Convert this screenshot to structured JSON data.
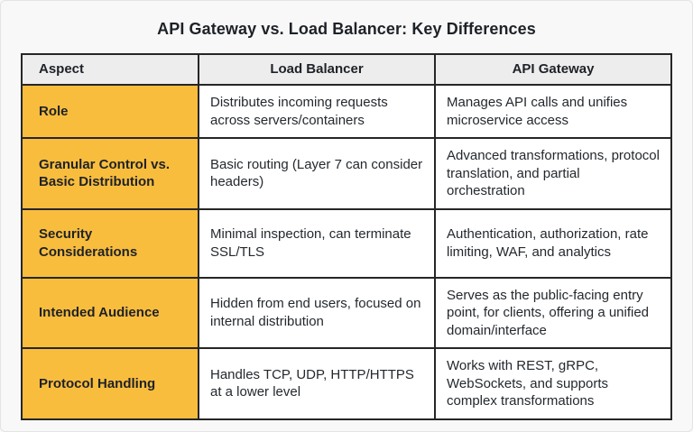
{
  "page": {
    "title": "API Gateway vs. Load Balancer: Key Differences"
  },
  "table": {
    "headers": [
      "Aspect",
      "Load Balancer",
      "API Gateway"
    ],
    "rows": [
      {
        "aspect": "Role",
        "load_balancer": "Distributes incoming requests across servers/containers",
        "api_gateway": "Manages API calls and unifies microservice access"
      },
      {
        "aspect": "Granular Control vs. Basic Distribution",
        "load_balancer": "Basic routing (Layer 7 can consider headers)",
        "api_gateway": "Advanced transformations, protocol translation, and partial orchestration"
      },
      {
        "aspect": "Security Considerations",
        "load_balancer": "Minimal inspection, can terminate SSL/TLS",
        "api_gateway": "Authentication, authorization, rate limiting, WAF, and analytics"
      },
      {
        "aspect": "Intended Audience",
        "load_balancer": "Hidden from end users, focused on internal distribution",
        "api_gateway": "Serves as the public-facing entry point, for clients, offering a unified domain/interface"
      },
      {
        "aspect": "Protocol Handling",
        "load_balancer": "Handles TCP, UDP, HTTP/HTTPS at a lower level",
        "api_gateway": "Works with REST, gRPC, WebSockets, and supports complex transformations"
      }
    ]
  },
  "colors": {
    "page_background": "#F8F8F8",
    "header_background": "#EDEDED",
    "aspect_column_accent": "#F9BD3E",
    "table_border": "#262626",
    "text": "#24292E"
  }
}
